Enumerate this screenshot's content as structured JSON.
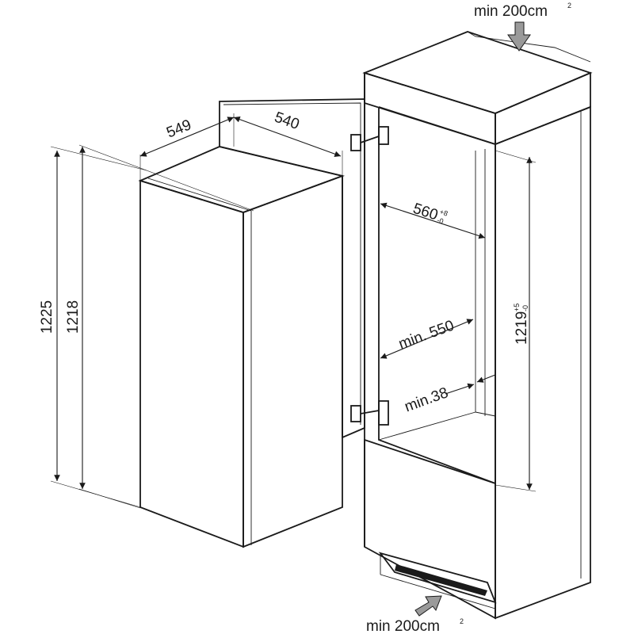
{
  "airflow": {
    "top": {
      "value": "min 200cm",
      "sup": "2"
    },
    "bottom": {
      "value": "min 200cm",
      "sup": "2"
    }
  },
  "appliance": {
    "depth": "549",
    "width": "540",
    "height_total": "1225",
    "height_body": "1218"
  },
  "niche": {
    "width": {
      "value": "560",
      "tol_plus": "+8",
      "tol_minus": "-0"
    },
    "min_width": "min. 550",
    "min_gap": "min.38",
    "height": {
      "value": "1219",
      "tol_plus": "+5",
      "tol_minus": "-0"
    }
  }
}
